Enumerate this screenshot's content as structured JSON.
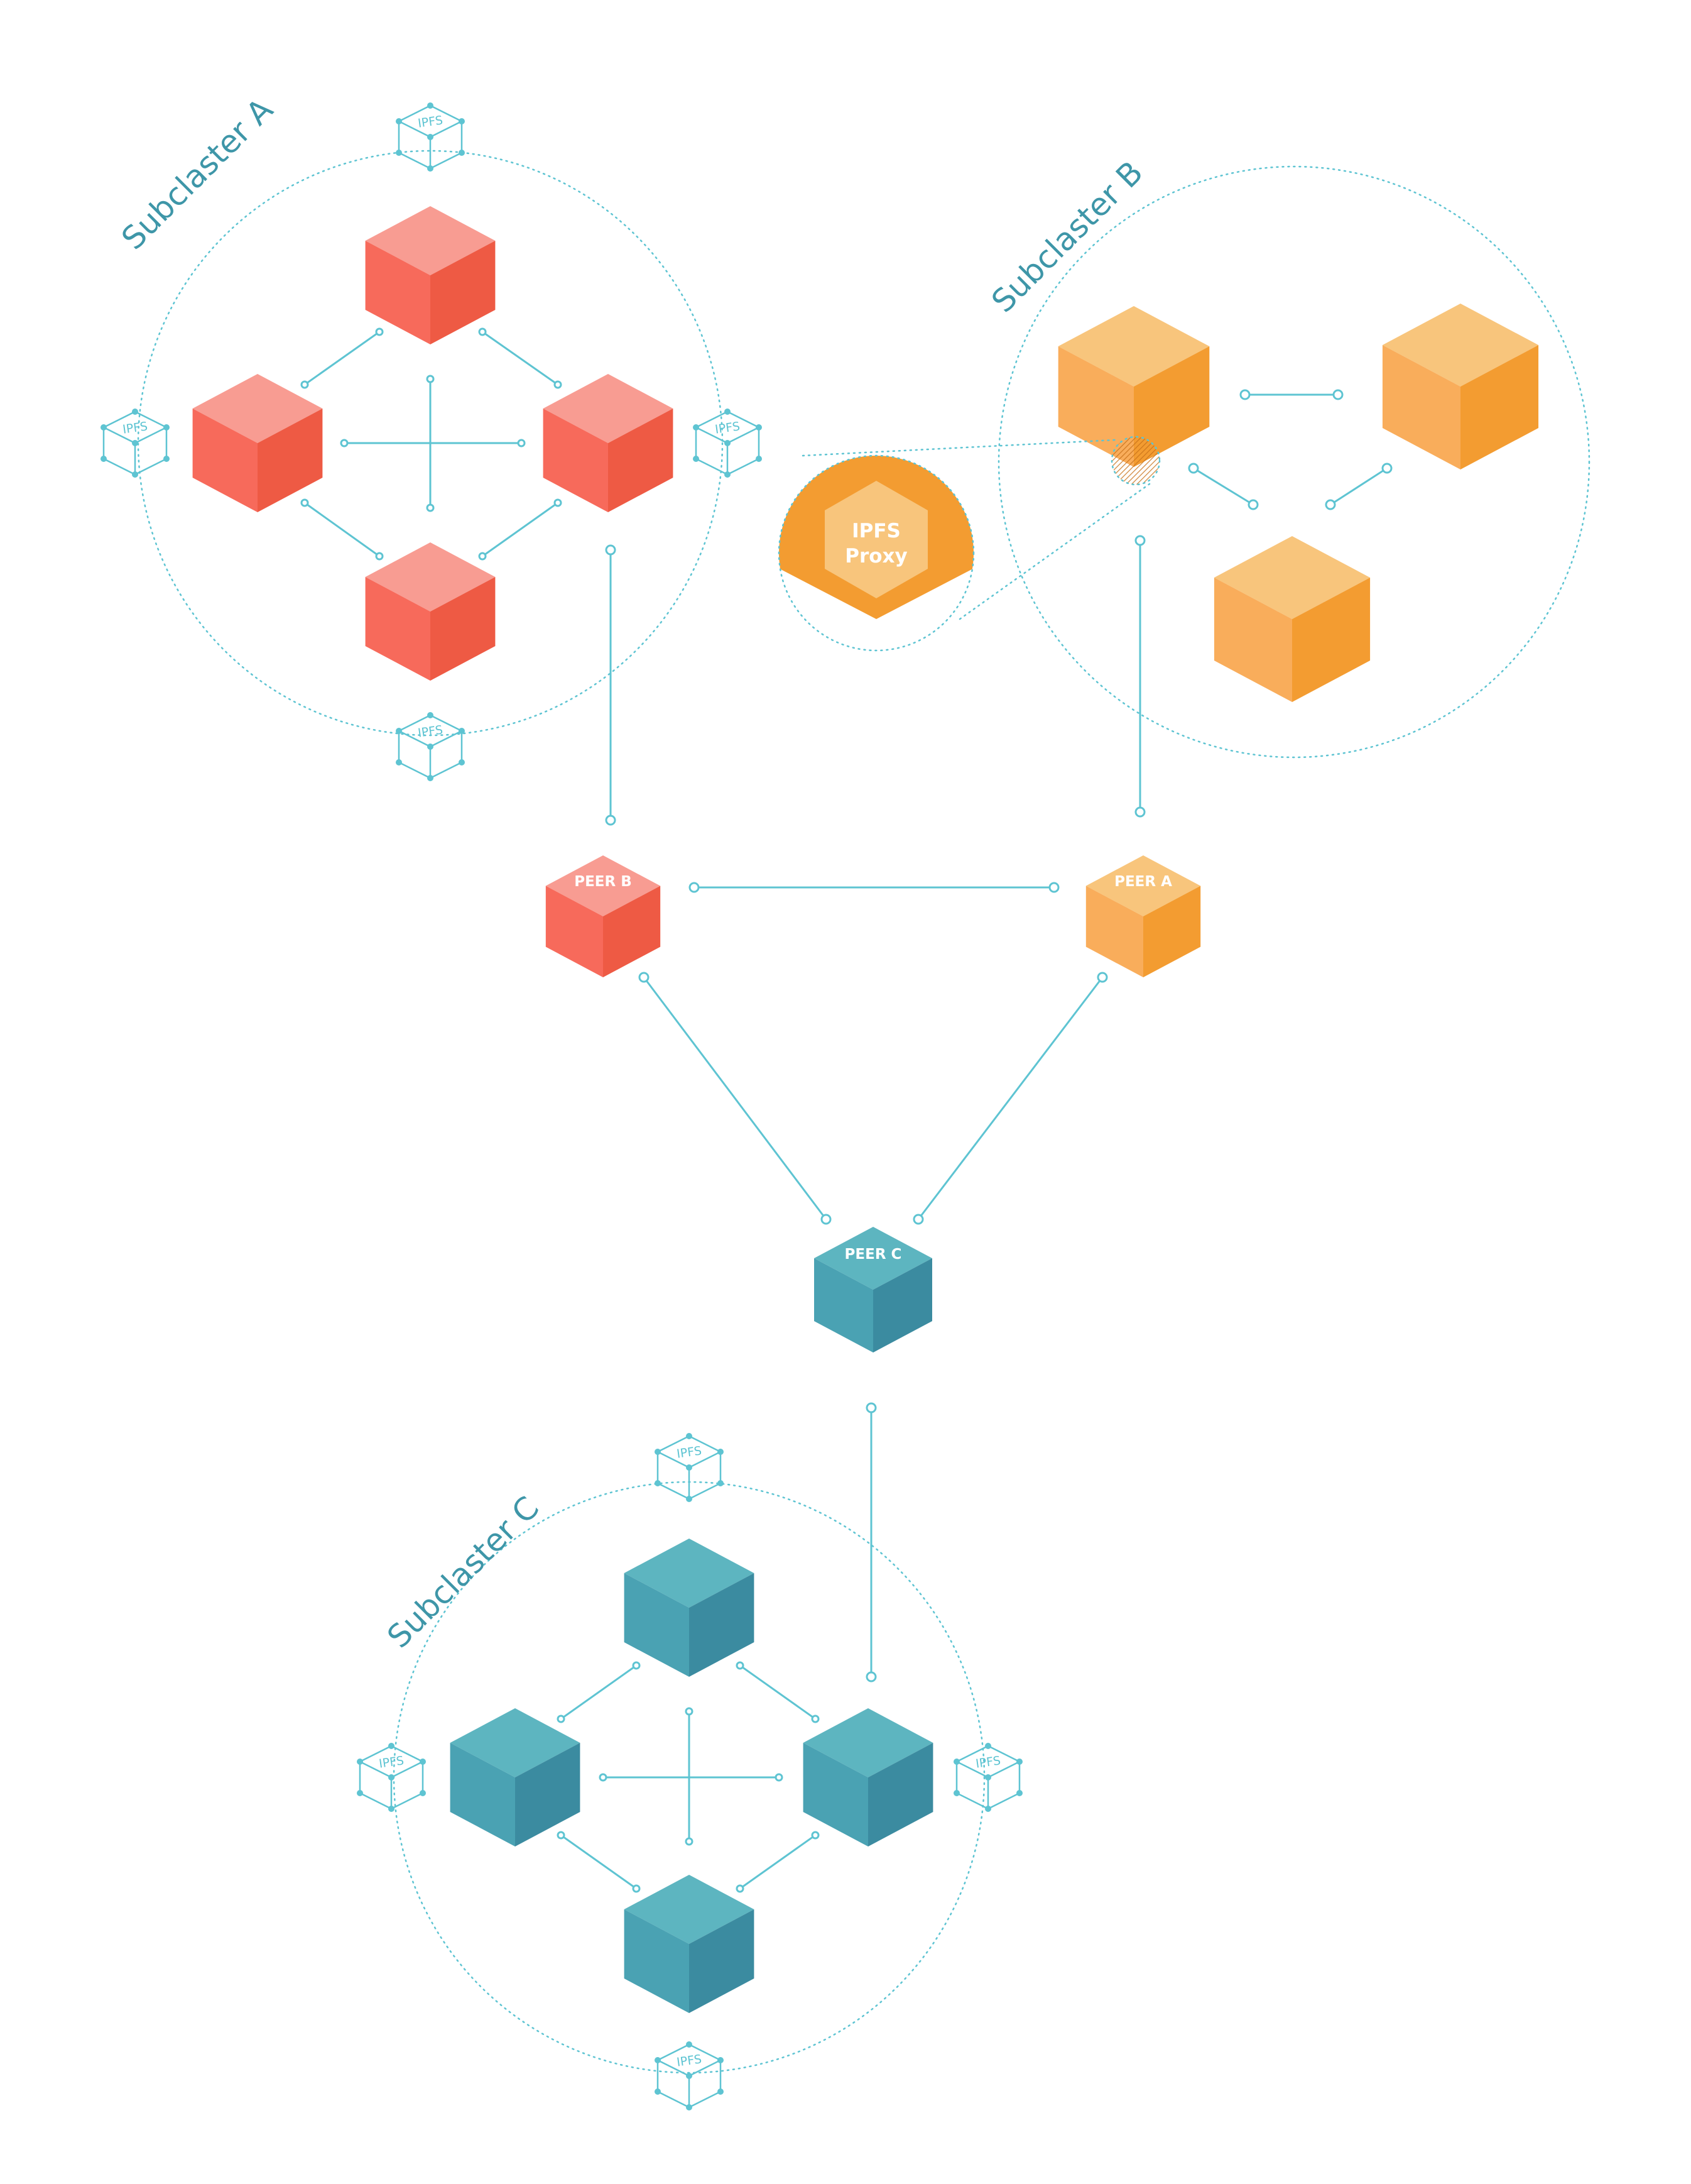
{
  "colors": {
    "red": {
      "top": "#f89c92",
      "left": "#f76a5b",
      "right": "#ee5a44"
    },
    "orange": {
      "top": "#f8c57c",
      "left": "#f9ad5b",
      "right": "#f39c31"
    },
    "teal": {
      "top": "#5db5c0",
      "left": "#4aa2b3",
      "right": "#3b8ba0"
    },
    "line": "#5ec4d2",
    "label": "#3e96a8"
  },
  "subclusters": [
    {
      "id": "a",
      "label": "Subclaster A",
      "color": "red"
    },
    {
      "id": "b",
      "label": "Subclaster B",
      "color": "orange"
    },
    {
      "id": "c",
      "label": "Subclaster C",
      "color": "teal"
    }
  ],
  "peers": [
    {
      "id": "peer-b",
      "label": "PEER B",
      "color": "red"
    },
    {
      "id": "peer-a",
      "label": "PEER A",
      "color": "orange"
    },
    {
      "id": "peer-c",
      "label": "PEER C",
      "color": "teal"
    }
  ],
  "ipfs_node_label": "IPFS",
  "proxy": {
    "line1": "IPFS",
    "line2": "Proxy"
  }
}
